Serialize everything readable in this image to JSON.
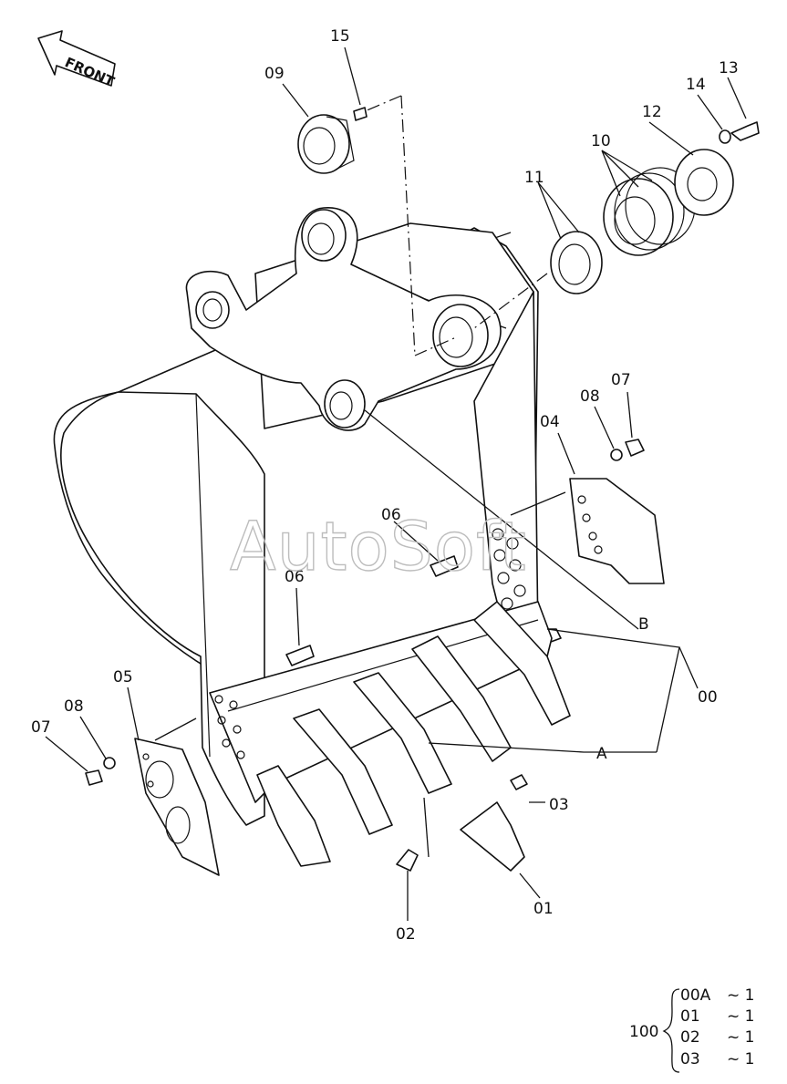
{
  "front_label": "FRONT",
  "watermark": "AutoSoft",
  "callouts": {
    "c15": "15",
    "c09": "09",
    "c13": "13",
    "c14": "14",
    "c12": "12",
    "c10": "10",
    "c11": "11",
    "c07_right": "07",
    "c08_right": "08",
    "c04": "04",
    "c06_mid": "06",
    "c06_left": "06",
    "cB": "B",
    "c00": "00",
    "c05": "05",
    "c08_left": "08",
    "c07_left": "07",
    "cA": "A",
    "c03": "03",
    "c01": "01",
    "c02": "02"
  },
  "kit": {
    "number": "100",
    "rows": [
      {
        "part": "00A",
        "qty": "~ 1"
      },
      {
        "part": "01",
        "qty": "~ 1"
      },
      {
        "part": "02",
        "qty": "~ 1"
      },
      {
        "part": "03",
        "qty": "~ 1"
      }
    ]
  }
}
